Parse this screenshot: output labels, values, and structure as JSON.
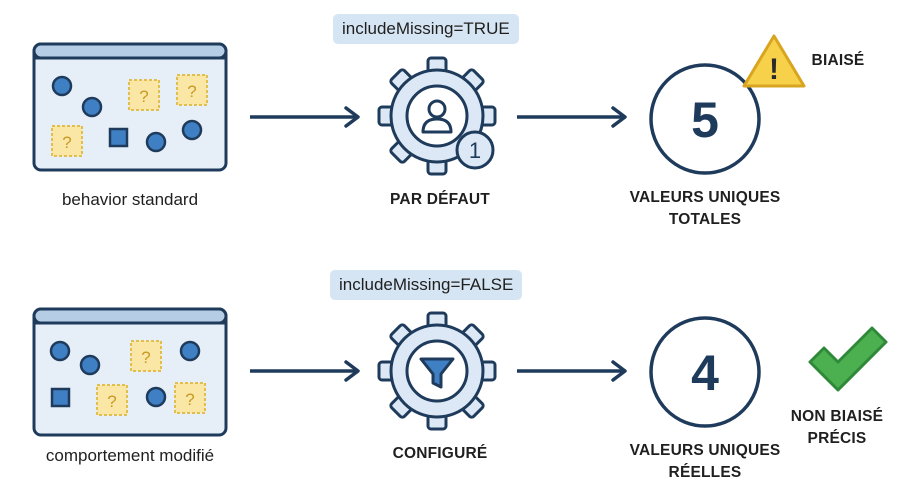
{
  "rows": [
    {
      "source_label": "behavior standard",
      "parameter": "includeMissing=TRUE",
      "process_label": "PAR DÉFAUT",
      "process_badge": "1",
      "result_value": "5",
      "result_label_line1": "VALEURS UNIQUES",
      "result_label_line2": "TOTALES",
      "verdict_symbol": "!",
      "verdict_line1": "BIAISÉ"
    },
    {
      "source_label": "comportement modifié",
      "parameter": "includeMissing=FALSE",
      "process_label": "CONFIGURÉ",
      "result_value": "4",
      "result_label_line1": "VALEURS UNIQUES",
      "result_label_line2": "RÉELLES",
      "verdict_line1": "NON BIAISÉ",
      "verdict_line2": "PRÉCIS"
    }
  ],
  "dataset_placeholder_symbol": "?",
  "colors": {
    "stroke": "#1f3b5c",
    "panel_fill": "#e6eff8",
    "panel_header": "#b6cde6",
    "dot_fill": "#3f7fc4",
    "missing_fill": "#fbe7a5",
    "missing_border": "#e2bf4d",
    "gear_fill": "#dce8f5",
    "warning_fill": "#f7d14a",
    "check_fill": "#4caf50"
  }
}
